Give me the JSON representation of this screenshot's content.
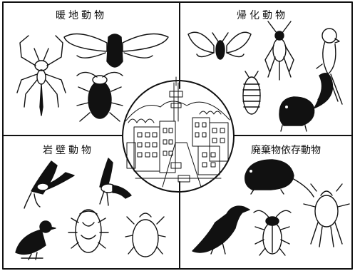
{
  "panels": {
    "top_left": {
      "title": "暖地動物"
    },
    "top_right": {
      "title": "帰化動物"
    },
    "bottom_left": {
      "title": "岩壁動物"
    },
    "bottom_right": {
      "title": "廃棄物依存動物"
    }
  },
  "ink": "#111111"
}
